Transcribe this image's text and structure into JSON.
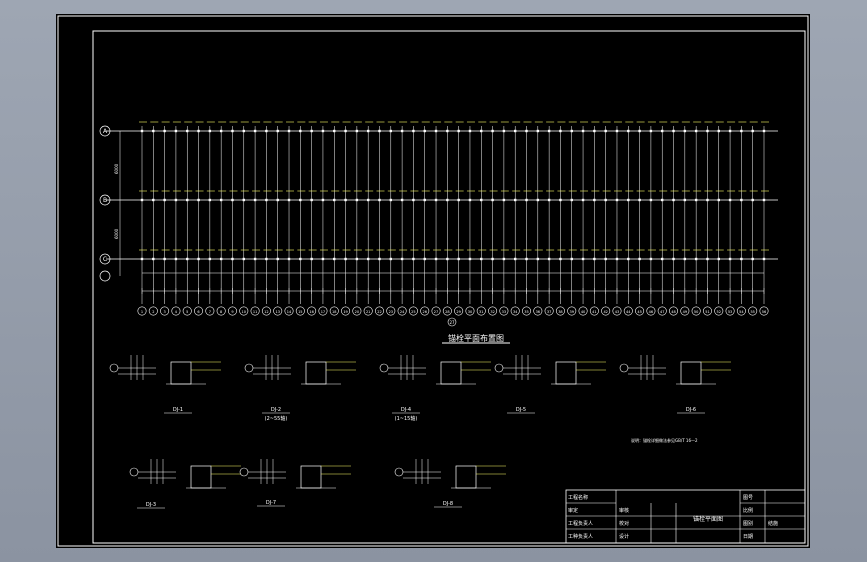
{
  "plan": {
    "title": "锚栓平面布置图",
    "axis_rows": [
      "A",
      "B",
      "C"
    ],
    "axis_cols_count": 56,
    "center_label": "27",
    "dim_labels": [
      "6000",
      "6000"
    ]
  },
  "details": [
    {
      "name": "DJ-1",
      "sub": ""
    },
    {
      "name": "DJ-2",
      "sub": "(2~55轴)"
    },
    {
      "name": "DJ-4",
      "sub": "(1~15轴)"
    },
    {
      "name": "DJ-5",
      "sub": ""
    },
    {
      "name": "DJ-6",
      "sub": ""
    },
    {
      "name": "DJ-3",
      "sub": ""
    },
    {
      "name": "DJ-7",
      "sub": ""
    },
    {
      "name": "DJ-8",
      "sub": ""
    }
  ],
  "note": "说明：锚栓详细做法参见GB/T 16—2",
  "title_block": {
    "left_labels": [
      "工程名称",
      "审定",
      "工程负责人",
      "工种负责人"
    ],
    "mid_labels": [
      "审核",
      "校对",
      "设计"
    ],
    "drawing_title": "锚栓平面图",
    "right_labels": [
      "图号",
      "比例",
      "图别",
      "日期"
    ],
    "right_values": [
      "",
      "",
      "结施",
      ""
    ]
  },
  "colors": {
    "background": "#000000",
    "line": "#ffffff",
    "annotation": "#ffff66",
    "page": "#98a0ad"
  }
}
